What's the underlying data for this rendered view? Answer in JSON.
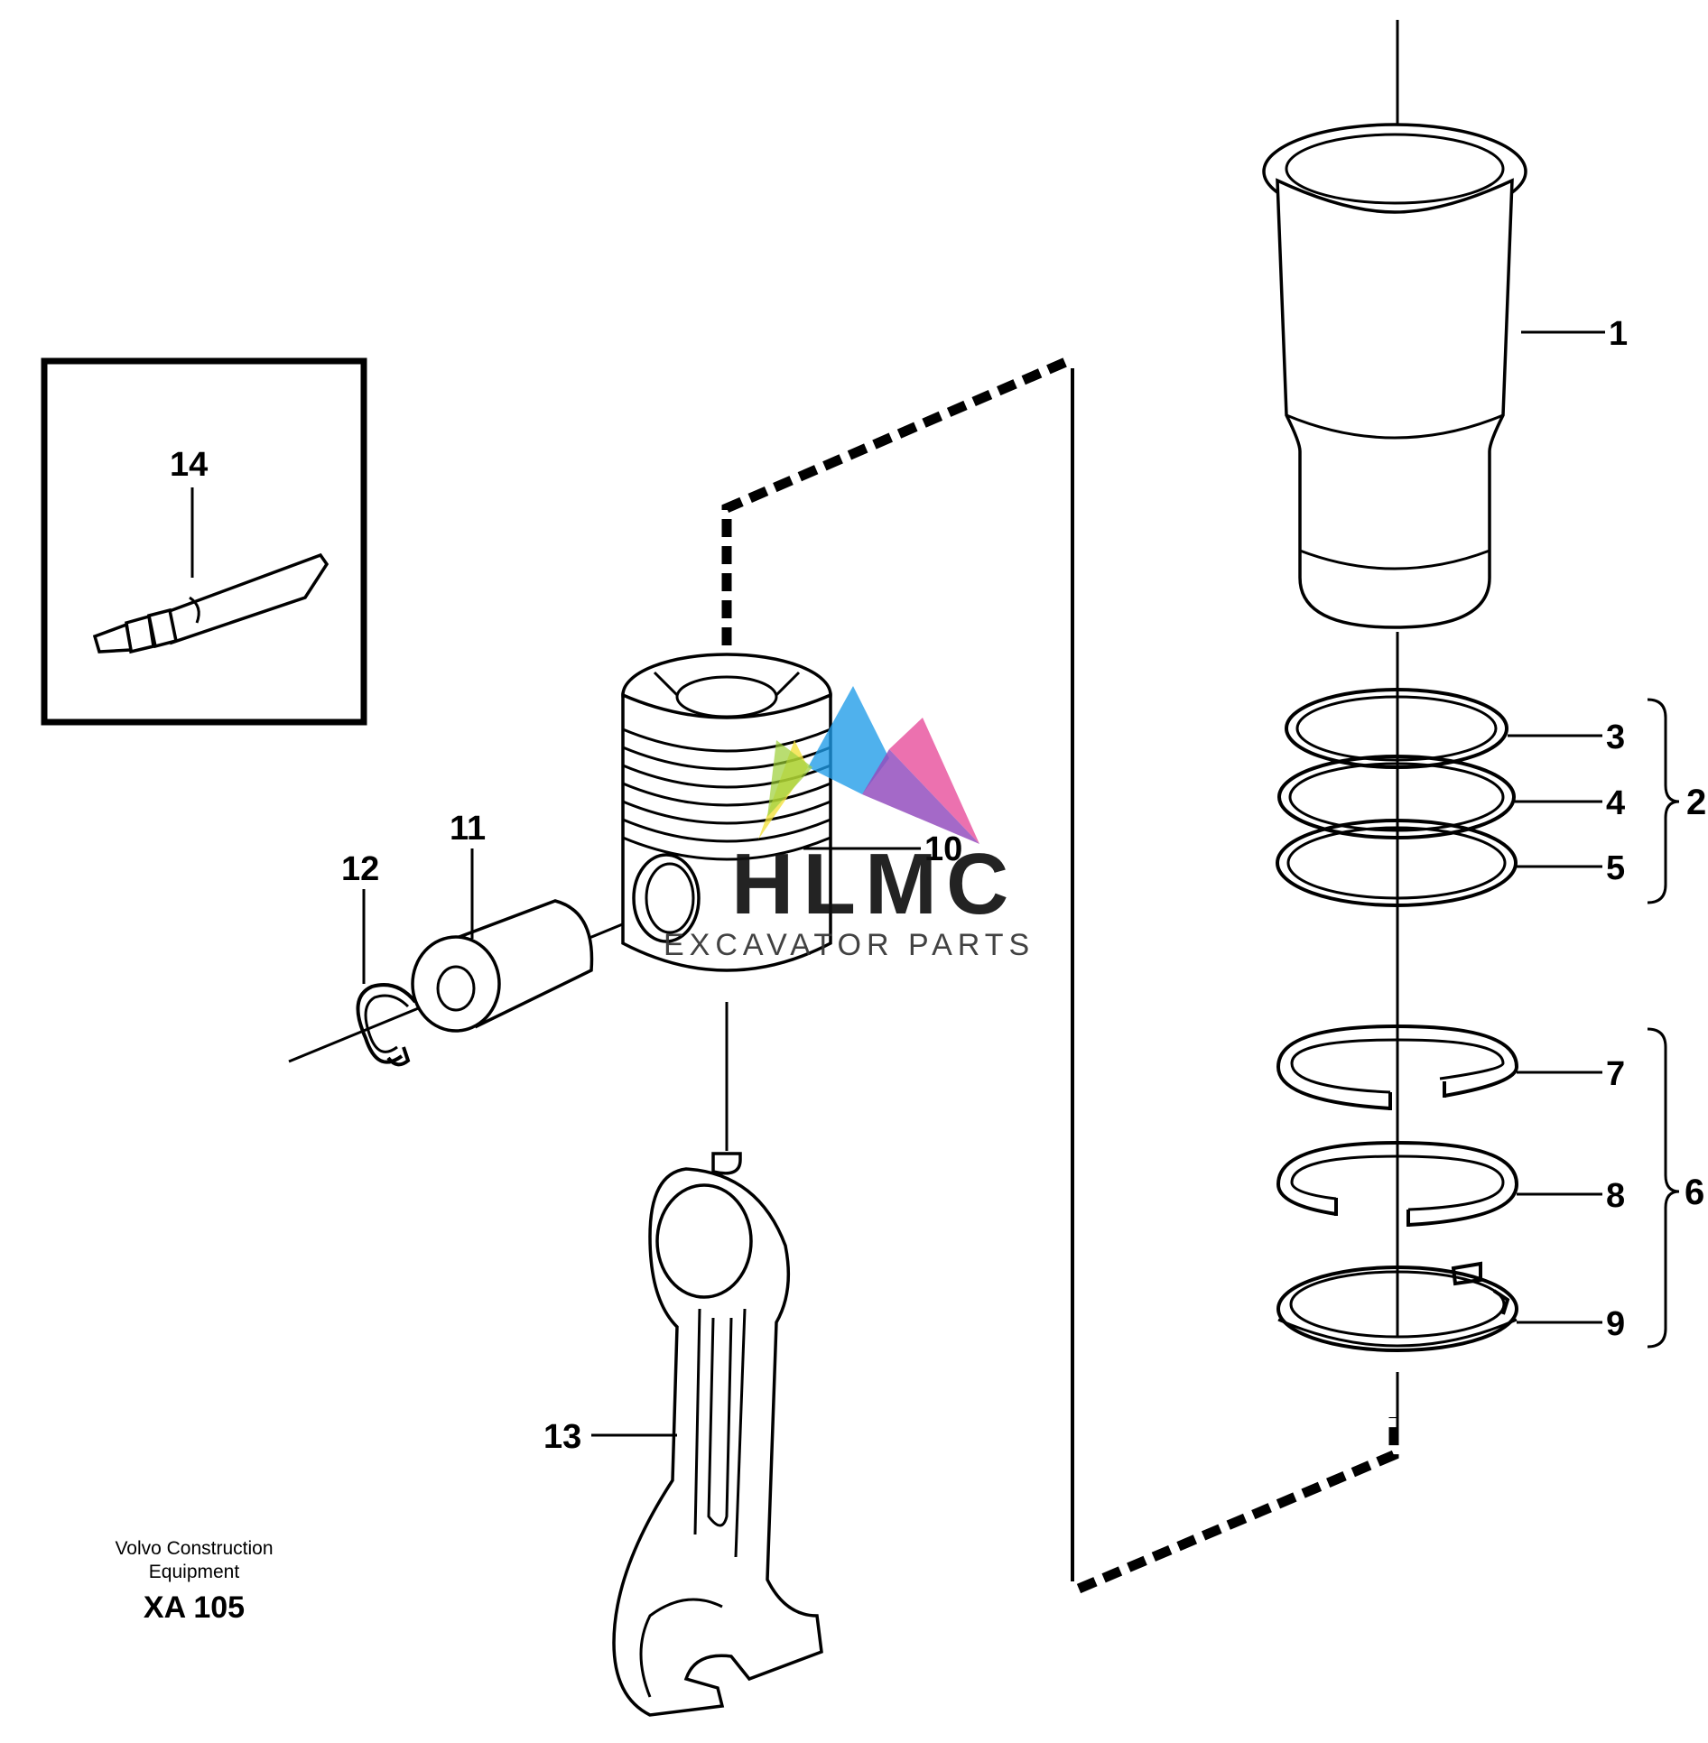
{
  "diagram": {
    "callouts": {
      "c1": "1",
      "c2": "2",
      "c3": "3",
      "c4": "4",
      "c5": "5",
      "c6": "6",
      "c7": "7",
      "c8": "8",
      "c9": "9",
      "c10": "10",
      "c11": "11",
      "c12": "12",
      "c13": "13",
      "c14": "14"
    },
    "parts": {
      "p1": "cylinder-liner",
      "p2": "piston-ring-set",
      "p3": "seal-ring",
      "p4": "seal-ring",
      "p5": "seal-ring",
      "p6": "piston-ring-set",
      "p7": "piston-ring",
      "p8": "piston-ring",
      "p9": "oil-ring",
      "p10": "piston",
      "p11": "piston-pin",
      "p12": "circlip",
      "p13": "connecting-rod",
      "p14": "sealant-tube"
    }
  },
  "credit": {
    "line1": "Volvo Construction",
    "line2": "Equipment",
    "code": "XA 105"
  },
  "watermark": {
    "brand": "HLMC",
    "tagline": "EXCAVATOR PARTS",
    "colors": [
      "#1E9BE8",
      "#E8549F",
      "#8B3FB8",
      "#F2E13A",
      "#9ACD32"
    ]
  }
}
